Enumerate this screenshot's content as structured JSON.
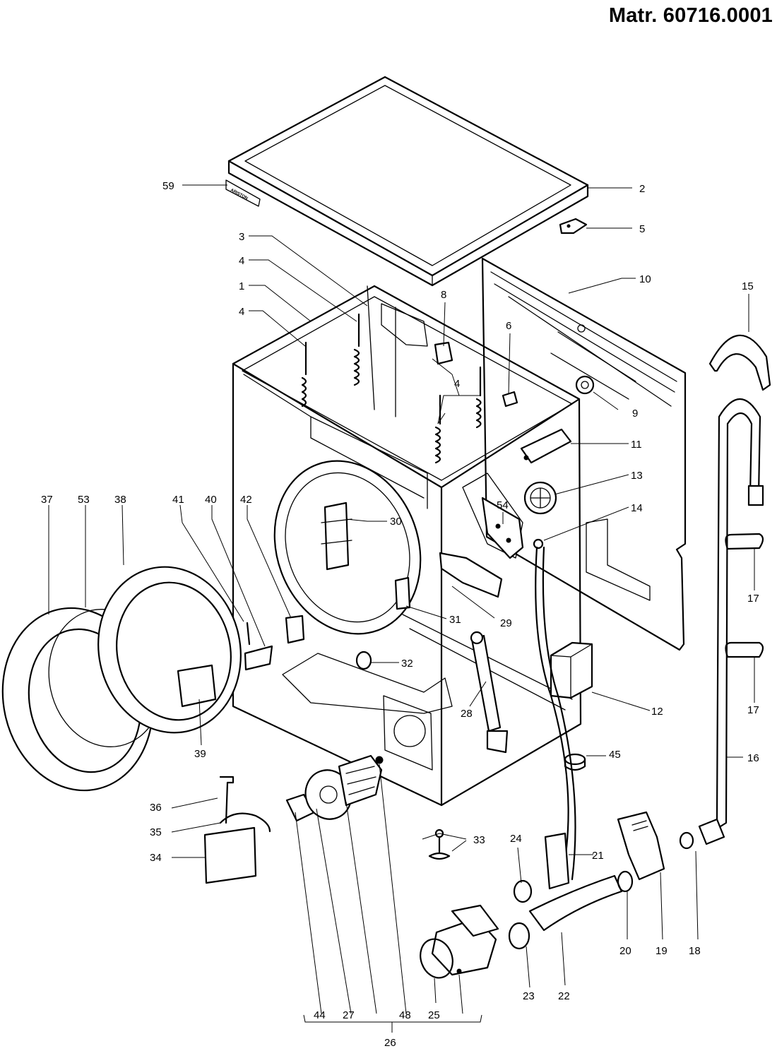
{
  "header": {
    "title": "Matr. 60716.0001"
  },
  "top_panel": {
    "logo_text": "ARISTON"
  },
  "labels": {
    "p1": "1",
    "p2": "2",
    "p3": "3",
    "p4a": "4",
    "p4b": "4",
    "p4c": "4",
    "p5": "5",
    "p6": "6",
    "p8": "8",
    "p9": "9",
    "p10": "10",
    "p11": "11",
    "p12": "12",
    "p13": "13",
    "p14": "14",
    "p15": "15",
    "p16": "16",
    "p17a": "17",
    "p17b": "17",
    "p18": "18",
    "p19": "19",
    "p20": "20",
    "p21": "21",
    "p22": "22",
    "p23": "23",
    "p24": "24",
    "p25": "25",
    "p26": "26",
    "p27": "27",
    "p28": "28",
    "p29": "29",
    "p30": "30",
    "p31": "31",
    "p32": "32",
    "p33": "33",
    "p34": "34",
    "p35": "35",
    "p36": "36",
    "p37": "37",
    "p38": "38",
    "p39": "39",
    "p40": "40",
    "p41": "41",
    "p42": "42",
    "p44": "44",
    "p45": "45",
    "p48": "48",
    "p53": "53",
    "p54": "54",
    "p59": "59"
  }
}
